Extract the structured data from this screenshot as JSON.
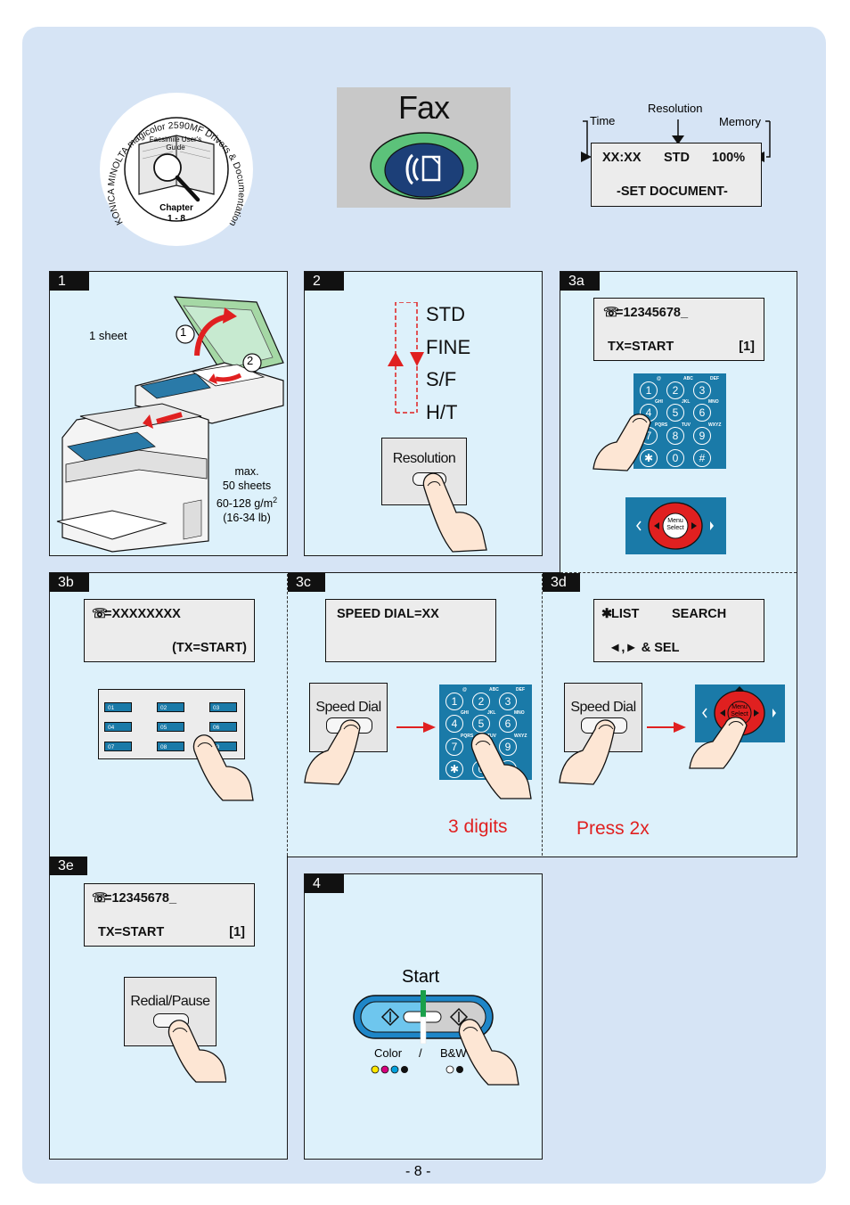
{
  "header": {
    "cd_label": {
      "ring_text": "KONICA MINOLTA magicolor 2590MF Drivers & Documentation CD-ROM",
      "book_title": "Facsimile User's Guide",
      "chapter": "Chapter",
      "chapter_range": "1 - 8"
    },
    "fax_title": "Fax",
    "display_legend": {
      "time_label": "Time",
      "resolution_label": "Resolution",
      "memory_label": "Memory",
      "time_value": "XX:XX",
      "resolution_value": "STD",
      "memory_value": "100%",
      "message": "-SET DOCUMENT-"
    }
  },
  "steps": {
    "s1": {
      "tag": "1",
      "one_sheet": "1 sheet",
      "marker1": "1",
      "marker2": "2",
      "adf_capacity": [
        "max.",
        "50 sheets",
        "60-128 g/m",
        "(16-34 lb)"
      ],
      "superscript": "2"
    },
    "s2": {
      "tag": "2",
      "options": [
        "STD",
        "FINE",
        "S/F",
        "H/T"
      ],
      "button_label": "Resolution"
    },
    "s3a": {
      "tag": "3a",
      "lcd_line1": "=12345678_",
      "lcd_line2_left": "TX=START",
      "lcd_line2_right": "[1]",
      "menu_select": "Menu Select"
    },
    "s3b": {
      "tag": "3b",
      "lcd_line1": "=XXXXXXXX",
      "lcd_line2_right": "(TX=START)",
      "onetouch_keys": [
        "01",
        "02",
        "03",
        "04",
        "05",
        "06",
        "07",
        "08",
        "09"
      ]
    },
    "s3c": {
      "tag": "3c",
      "lcd_line1": "SPEED DIAL=XX",
      "button_label": "Speed Dial",
      "note": "3 digits"
    },
    "s3d": {
      "tag": "3d",
      "lcd_line1_left": "LIST",
      "lcd_line1_right": "SEARCH",
      "lcd_line2": "◄,► & SEL",
      "button_label": "Speed Dial",
      "menu_select": "Menu Select",
      "note": "Press 2x"
    },
    "s3e": {
      "tag": "3e",
      "lcd_line1": "=12345678_",
      "lcd_line2_left": "TX=START",
      "lcd_line2_right": "[1]",
      "button_label": "Redial/Pause"
    },
    "s4": {
      "tag": "4",
      "start_label": "Start",
      "color_label": "Color",
      "separator": "/",
      "bw_label": "B&W"
    }
  },
  "keypad": {
    "keys": [
      "1",
      "2",
      "3",
      "4",
      "5",
      "6",
      "7",
      "8",
      "9",
      "✱",
      "0",
      "#"
    ],
    "letters": [
      "@",
      "ABC",
      "DEF",
      "GHI",
      "JKL",
      "MNO",
      "PQRS",
      "TUV",
      "WXYZ"
    ]
  },
  "footer": {
    "page_number": "- 8 -"
  },
  "colors": {
    "page_background": "#d6e4f5",
    "panel_background": "#ddf1fb",
    "accent_red": "#e02020",
    "keypad_blue": "#1a7aa8",
    "start_button_blue": "#1e86c8",
    "fax_icon_green": "#5cc27a",
    "fax_icon_navy": "#1c3f78"
  }
}
